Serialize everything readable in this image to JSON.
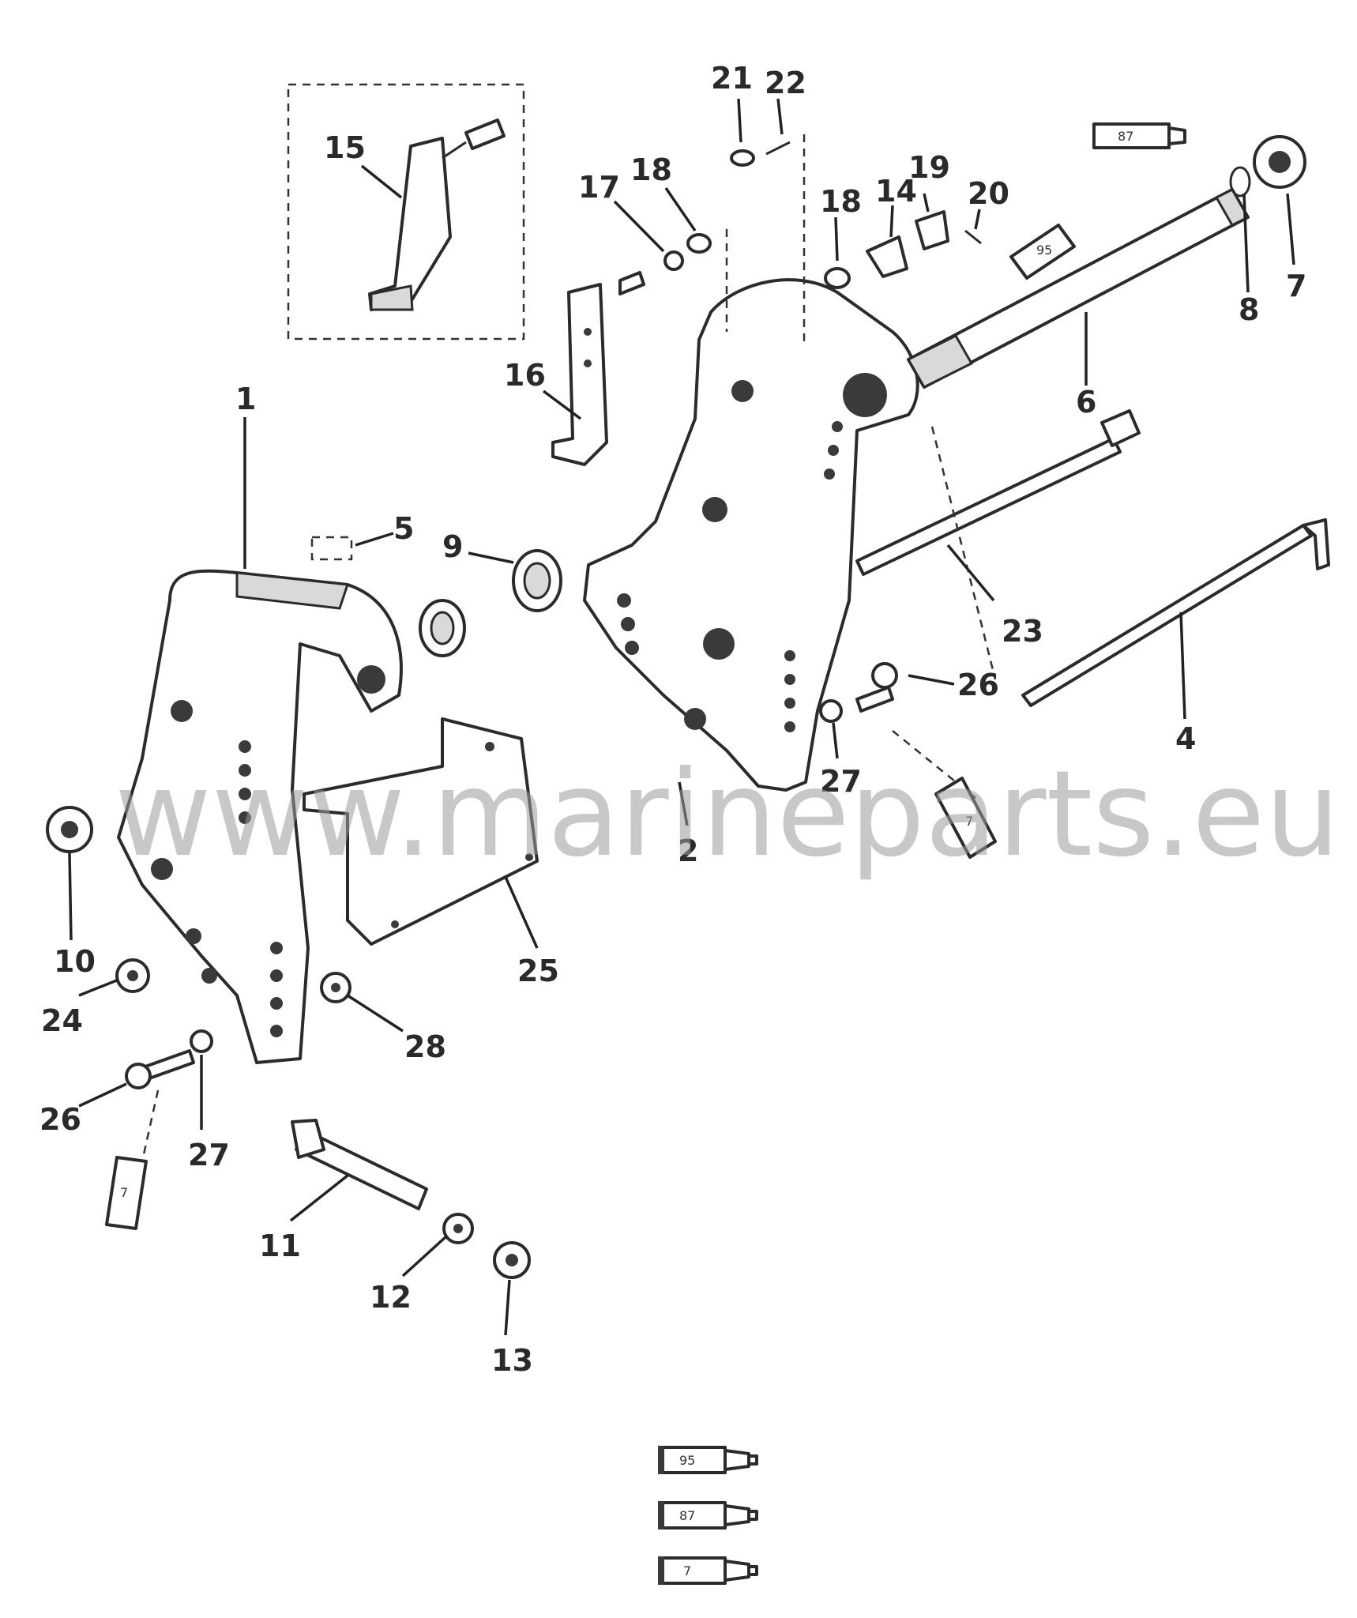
{
  "watermark": "www.marineparts.eu",
  "callouts": [
    "1",
    "2",
    "4",
    "5",
    "6",
    "7",
    "8",
    "9",
    "10",
    "11",
    "12",
    "13",
    "14",
    "15",
    "16",
    "17",
    "18",
    "18",
    "19",
    "20",
    "21",
    "22",
    "23",
    "24",
    "25",
    "26",
    "26",
    "27",
    "27",
    "28"
  ],
  "sealant_tubes": [
    "95",
    "87",
    "7"
  ],
  "inline_tube_labels": [
    "87",
    "95",
    "7",
    "7"
  ],
  "colors": {
    "line": "#2b2b2b",
    "watermark": "#9a9a9a",
    "background": "#ffffff"
  }
}
